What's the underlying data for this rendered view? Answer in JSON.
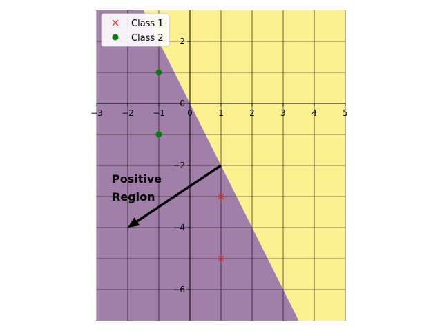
{
  "chart_data": {
    "type": "scatter",
    "xlim": [
      -3,
      5
    ],
    "ylim": [
      -7,
      3
    ],
    "xticks": [
      -3,
      -2,
      -1,
      0,
      1,
      2,
      3,
      4,
      5
    ],
    "yticks": [
      -6,
      -4,
      -2,
      0,
      2
    ],
    "xtick_labels": [
      "−3",
      "−2",
      "−1",
      "0",
      "1",
      "2",
      "3",
      "4",
      "5"
    ],
    "ytick_labels": [
      "−6",
      "−4",
      "−2",
      "0",
      "2"
    ],
    "grid": true,
    "legend_position": "top-left",
    "decision_boundary": {
      "description": "line separating regions",
      "points": [
        [
          -1.5,
          3
        ],
        [
          3.5,
          -7
        ]
      ],
      "region_colors": {
        "positive": "#a17fa9",
        "negative": "#fdf091"
      }
    },
    "series": [
      {
        "name": "Class 1",
        "marker": "x",
        "color": "#e8302a",
        "points": [
          [
            1,
            -3
          ],
          [
            1,
            -5
          ]
        ]
      },
      {
        "name": "Class 2",
        "marker": "o",
        "color": "#0a7a12",
        "points": [
          [
            -1,
            1
          ],
          [
            -1,
            -1
          ]
        ]
      }
    ],
    "arrow": {
      "from": [
        1,
        -2
      ],
      "to": [
        -2,
        -4
      ]
    },
    "annotation": {
      "lines": [
        "Positive",
        "Region"
      ]
    }
  }
}
